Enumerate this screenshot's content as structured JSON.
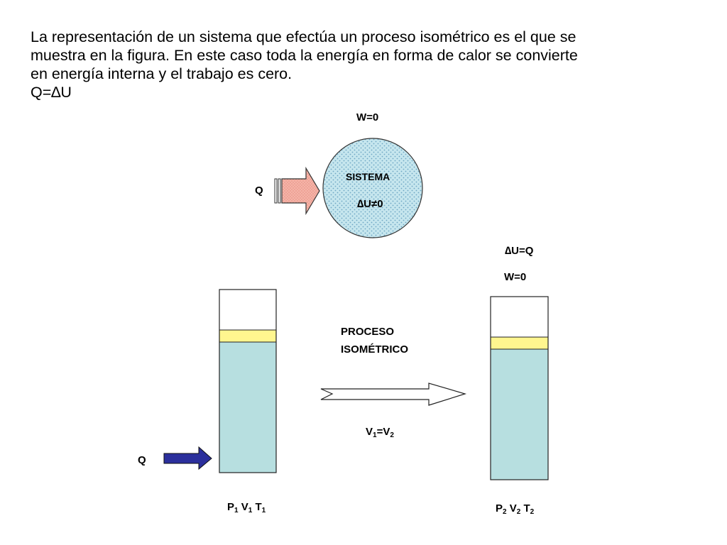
{
  "intro": {
    "lines": [
      "La representación de un sistema que efectúa un proceso isométrico es el que se",
      "muestra en la figura. En este caso toda la energía en forma de calor se convierte",
      "en energía interna y el trabajo es cero."
    ],
    "equation": "Q=∆U"
  },
  "system": {
    "work_label": "W=0",
    "heat_label": "Q",
    "name": "SISTEMA",
    "energy_label": "∆U≠0"
  },
  "process": {
    "line1": "PROCESO",
    "line2": "ISOMÉTRICO",
    "volume": {
      "a": "V",
      "a_sub": "1",
      "eq": "=",
      "b": "V",
      "b_sub": "2"
    }
  },
  "initial_state": {
    "heat_label": "Q",
    "p": "P",
    "p_sub": "1",
    "v": "V",
    "v_sub": "1",
    "t": "T",
    "t_sub": "1"
  },
  "final_state": {
    "energy_label": "∆U=Q",
    "work_label": "W=0",
    "p": "P",
    "p_sub": "2",
    "v": "V",
    "v_sub": "2",
    "t": "T",
    "t_sub": "2"
  },
  "colors": {
    "gas": "#b7dfe0",
    "piston": "#fff68f",
    "heat_arrow_fill": "#f5b4a8",
    "blue_arrow": "#2b2f9c",
    "system_fill": "#c6e6ee",
    "system_dots": "#6fa6c4"
  }
}
